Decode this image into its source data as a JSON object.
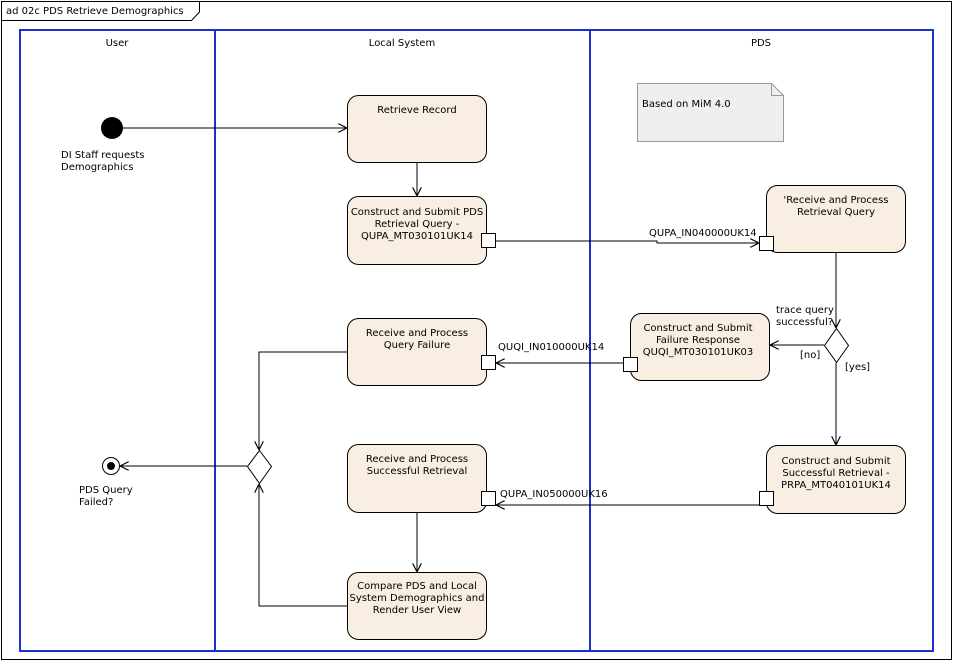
{
  "diagram": {
    "title": "ad 02c PDS Retrieve Demographics",
    "lanes": [
      "User",
      "Local System",
      "PDS"
    ],
    "note": "Based on MiM 4.0",
    "start_label": [
      "DI Staff requests",
      "Demographics"
    ],
    "end_label": [
      "PDS Query",
      "Failed?"
    ],
    "activities": {
      "retrieve_record": [
        "Retrieve Record"
      ],
      "construct_query": [
        "Construct and Submit PDS",
        "Retrieval Query -",
        "QUPA_MT030101UK14"
      ],
      "receive_process_query": [
        "'Receive and Process",
        "Retrieval Query"
      ],
      "construct_failure": [
        "Construct and Submit",
        "Failure Response",
        "QUQI_MT030101UK03"
      ],
      "receive_failure": [
        "Receive and Process",
        "Query Failure"
      ],
      "receive_success": [
        "Receive and Process",
        "Successful Retrieval"
      ],
      "construct_success": [
        "Construct and Submit",
        "Successful Retrieval -",
        "PRPA_MT040101UK14"
      ],
      "compare": [
        "Compare PDS and Local",
        "System Demographics and",
        "Render User View"
      ]
    },
    "messages": {
      "qupa_in040000": "QUPA_IN040000UK14",
      "quqi_in010000": "QUQI_IN010000UK14",
      "qupa_in050000": "QUPA_IN050000UK16"
    },
    "decision": {
      "question": [
        "trace query",
        "successful?"
      ],
      "no_label": "[no]",
      "yes_label": "[yes]"
    }
  }
}
